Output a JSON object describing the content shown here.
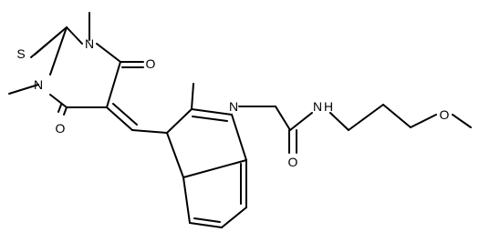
{
  "molecule": {
    "atoms": [
      {
        "id": "S",
        "label": "S"
      },
      {
        "id": "N1",
        "label": "N"
      },
      {
        "id": "O1",
        "label": "O"
      },
      {
        "id": "N2",
        "label": "N"
      },
      {
        "id": "O2",
        "label": "O"
      },
      {
        "id": "N3",
        "label": "N"
      },
      {
        "id": "O3",
        "label": "O"
      },
      {
        "id": "NH",
        "label": "N"
      },
      {
        "id": "H",
        "label": "H"
      },
      {
        "id": "O4",
        "label": "O"
      }
    ]
  },
  "colors": {
    "bond": "#000000",
    "label": "#000000",
    "background": "#ffffff"
  }
}
